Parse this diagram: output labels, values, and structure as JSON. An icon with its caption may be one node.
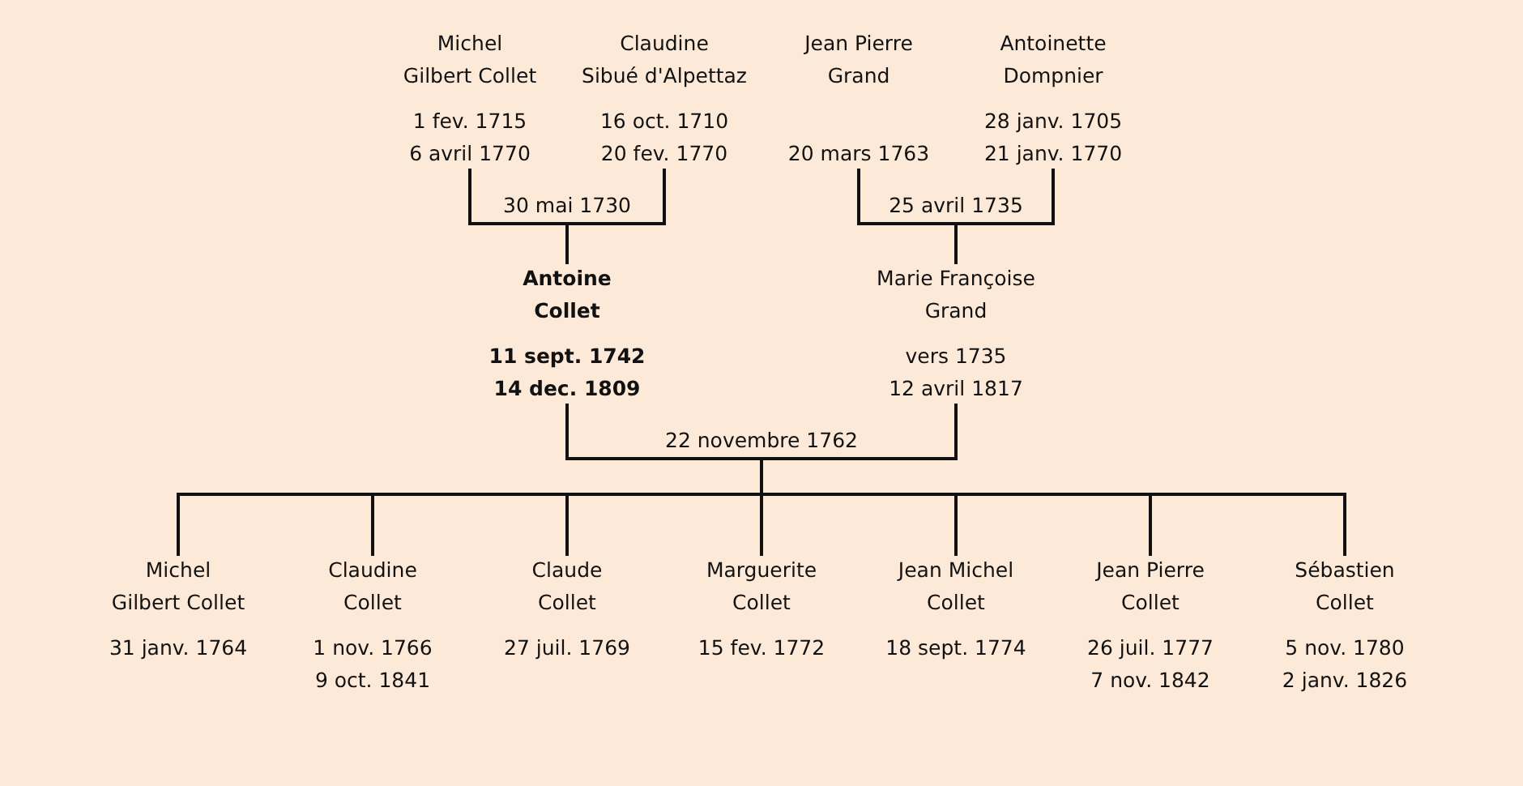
{
  "diagram": {
    "nodes": [
      {
        "text": [
          "Michel Gilbert Collet",
          "1 fev. 1715",
          "6 avril 1770"
        ]
      },
      {
        "text": [
          "Claudine Sibué d'Alpettaz",
          "16 oct. 1710",
          "20 fev. 1770"
        ]
      },
      {
        "text": [
          "Jean Pierre Grand",
          "20 mars 1763"
        ]
      },
      {
        "text": [
          "Antoinette Dompnier",
          "28 janv. 1705",
          "21 janv. 1770"
        ]
      },
      {
        "text": [
          "Antoine Collet",
          "11 sept. 1742",
          "14 dec. 1809"
        ]
      },
      {
        "text": [
          "Marie Françoise Grand",
          "vers 1735",
          "12 avril 1817"
        ]
      },
      {
        "text": [
          "Michel Gilbert Collet",
          "31 janv. 1764"
        ]
      },
      {
        "text": [
          "Claudine Collet",
          "1 nov. 1766",
          "9 oct. 1841"
        ]
      },
      {
        "text": [
          "Claude Collet",
          "27 juil. 1769"
        ]
      },
      {
        "text": [
          "Marguerite Collet",
          "15 fev. 1772"
        ]
      },
      {
        "text": [
          "Jean Michel Collet",
          "18 sept. 1774"
        ]
      },
      {
        "text": [
          "Jean Pierre Collet",
          "26 juil. 1777",
          "7 nov. 1842"
        ]
      },
      {
        "text": [
          "Sébastien Collet",
          "5 nov. 1780",
          "2 janv. 1826"
        ]
      }
    ],
    "edges": [
      {
        "from": 0,
        "to": 4,
        "arrow": "none",
        "label": "30 mai 1730"
      },
      {
        "from": 1,
        "to": 4,
        "arrow": "none"
      },
      {
        "from": 2,
        "to": 5,
        "arrow": "none",
        "label": "25 avril 1735"
      },
      {
        "from": 3,
        "to": 5,
        "arrow": "none"
      },
      {
        "from": 4,
        "to": 6,
        "arrow": "none",
        "label": "22 novembre 1762"
      },
      {
        "from": 5,
        "to": 6,
        "arrow": "none"
      },
      {
        "from": 4,
        "to": 7,
        "arrow": "none"
      },
      {
        "from": 5,
        "to": 7,
        "arrow": "none"
      },
      {
        "from": 4,
        "to": 8,
        "arrow": "none"
      },
      {
        "from": 5,
        "to": 8,
        "arrow": "none"
      },
      {
        "from": 4,
        "to": 9,
        "arrow": "none"
      },
      {
        "from": 5,
        "to": 9,
        "arrow": "none"
      },
      {
        "from": 4,
        "to": 10,
        "arrow": "none"
      },
      {
        "from": 5,
        "to": 10,
        "arrow": "none"
      },
      {
        "from": 4,
        "to": 11,
        "arrow": "none"
      },
      {
        "from": 5,
        "to": 11,
        "arrow": "none"
      },
      {
        "from": 4,
        "to": 12,
        "arrow": "none"
      },
      {
        "from": 5,
        "to": 12,
        "arrow": "none"
      }
    ]
  }
}
